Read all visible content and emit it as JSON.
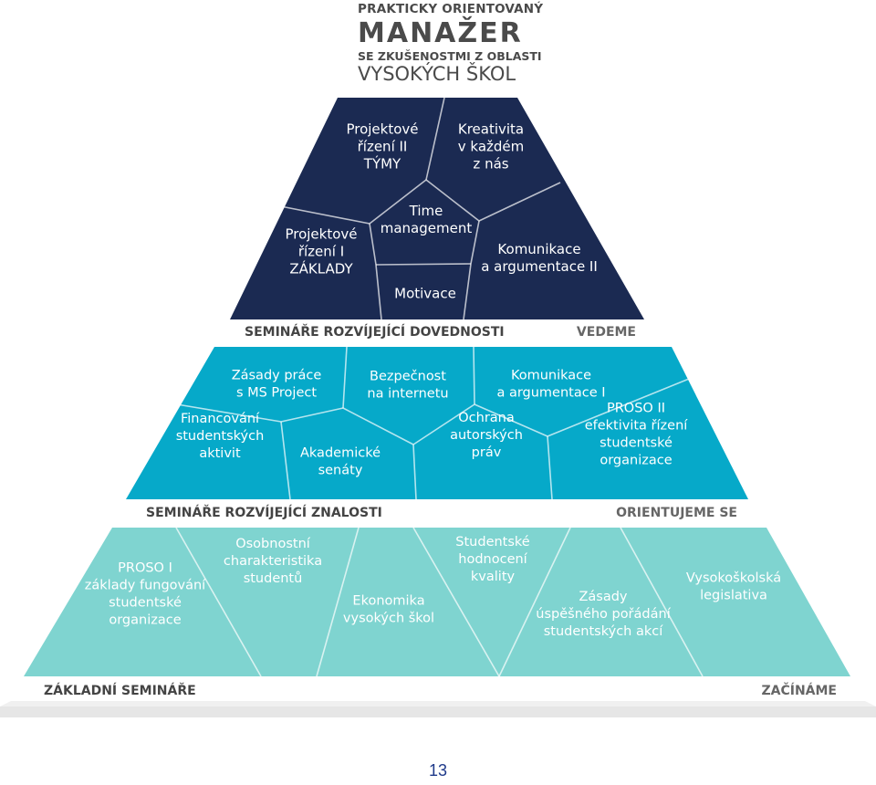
{
  "title": {
    "line1": "PRAKTICKY ORIENTOVANÝ",
    "line2": "MANAŽER",
    "line3": "SE ZKUŠENOSTMI Z OBLASTI",
    "line4": "VYSOKÝCH ŠKOL"
  },
  "tiers": [
    {
      "id": "top",
      "label_left": "SEMINÁŘE ROZVÍJEJÍCÍ DOVEDNOSTI",
      "label_right": "VEDEME",
      "color": "#1b2a52",
      "cells": [
        {
          "lines": [
            "Projektové",
            "řízení II",
            "TÝMY"
          ]
        },
        {
          "lines": [
            "Kreativita",
            "v každém",
            "z nás"
          ]
        },
        {
          "lines": [
            "Time",
            "management"
          ]
        },
        {
          "lines": [
            "Projektové",
            "řízení I",
            "ZÁKLADY"
          ]
        },
        {
          "lines": [
            "Komunikace",
            "a argumentace II"
          ]
        },
        {
          "lines": [
            "Motivace"
          ]
        }
      ]
    },
    {
      "id": "middle",
      "label_left": "SEMINÁŘE ROZVÍJEJÍCÍ ZNALOSTI",
      "label_right": "ORIENTUJEME SE",
      "color": "#06a9c9",
      "cells": [
        {
          "lines": [
            "Zásady práce",
            "s MS Project"
          ]
        },
        {
          "lines": [
            "Bezpečnost",
            "na internetu"
          ]
        },
        {
          "lines": [
            "Komunikace",
            "a argumentace I"
          ]
        },
        {
          "lines": [
            "Financování",
            "studentských",
            "aktivit"
          ]
        },
        {
          "lines": [
            "Akademické",
            "senáty"
          ]
        },
        {
          "lines": [
            "Ochrana",
            "autorských",
            "práv"
          ]
        },
        {
          "lines": [
            "PROSO II",
            "efektivita řízení",
            "studentské",
            "organizace"
          ]
        }
      ]
    },
    {
      "id": "bottom",
      "label_left": "ZÁKLADNÍ SEMINÁŘE",
      "label_right": "ZAČÍNÁME",
      "color": "#7fd4d0",
      "cells": [
        {
          "lines": [
            "PROSO I",
            "základy fungování",
            "studentské",
            "organizace"
          ]
        },
        {
          "lines": [
            "Osobnostní",
            "charakteristika",
            "studentů"
          ]
        },
        {
          "lines": [
            "Ekonomika",
            "vysokých škol"
          ]
        },
        {
          "lines": [
            "Studentské",
            "hodnocení",
            "kvality"
          ]
        },
        {
          "lines": [
            "Zásady",
            "úspěšného pořádání",
            "studentských akcí"
          ]
        },
        {
          "lines": [
            "Vysokoškolská",
            "legislativa"
          ]
        }
      ]
    }
  ],
  "page_number": "13"
}
